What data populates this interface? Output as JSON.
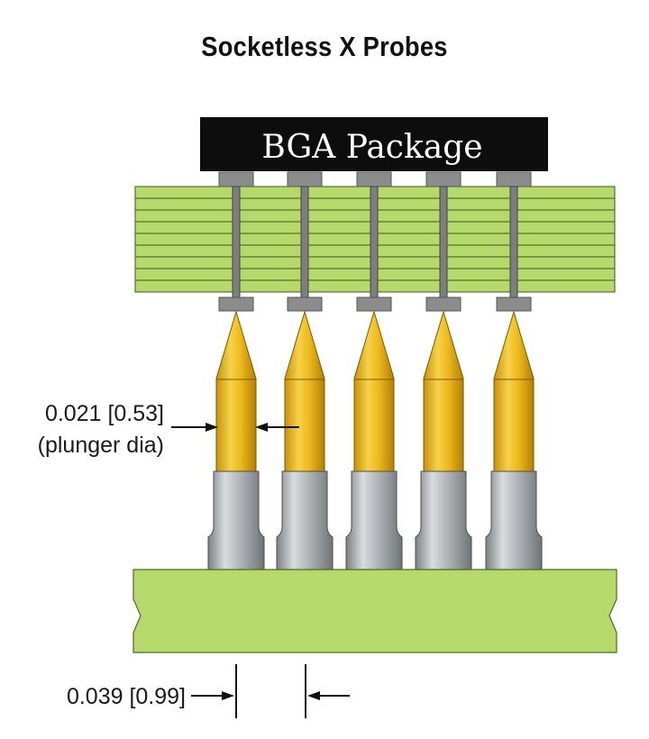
{
  "title": "Socketless X Probes",
  "package_label": "BGA Package",
  "plunger_dim": {
    "value": "0.021 [0.53]",
    "note": "(plunger dia)"
  },
  "pitch_dim": {
    "value": "0.039 [0.99]"
  },
  "probe_count": 5,
  "colors": {
    "package": "#0d0d0d",
    "board_green": "#b5d96a",
    "plunger_gold": "#eebb1e",
    "barrel_gray": "#a9adb0",
    "pad_gray": "#8c8c8c"
  }
}
